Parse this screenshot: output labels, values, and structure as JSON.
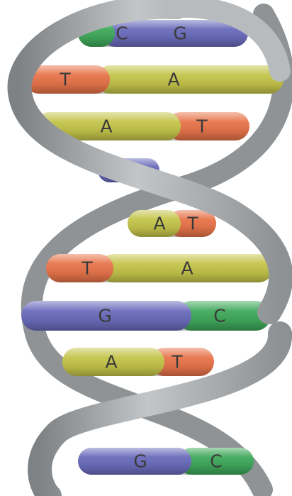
{
  "colors": {
    "A": "#c4c44a",
    "T": "#e7744a",
    "G": "#6a6bbb",
    "C": "#3fa85a",
    "backbone": "#a9adaf",
    "letter": "#3a3a3a"
  },
  "base_pairs": [
    {
      "left": "C",
      "right": "G"
    },
    {
      "left": "T",
      "right": "A"
    },
    {
      "left": "A",
      "right": "T"
    },
    {
      "left": "G",
      "right": ""
    },
    {
      "left": "A",
      "right": "T"
    },
    {
      "left": "T",
      "right": "A"
    },
    {
      "left": "G",
      "right": "C"
    },
    {
      "left": "A",
      "right": "T"
    },
    {
      "left": "G",
      "right": "C"
    }
  ]
}
